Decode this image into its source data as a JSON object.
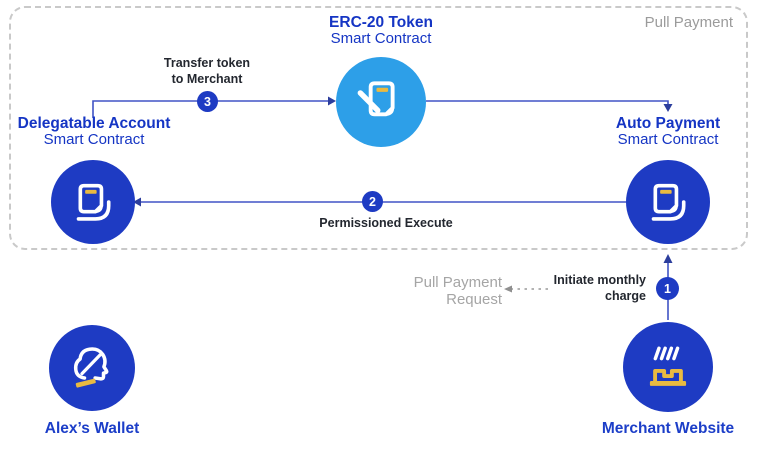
{
  "group": {
    "label": "Pull Payment"
  },
  "nodes": {
    "erc20_token": {
      "title": "ERC-20 Token",
      "subtitle": "Smart Contract"
    },
    "delegatable_account": {
      "title": "Delegatable Account",
      "subtitle": "Smart Contract"
    },
    "auto_payment": {
      "title": "Auto Payment",
      "subtitle": "Smart Contract"
    },
    "alexs_wallet": {
      "label": "Alex’s Wallet"
    },
    "merchant_website": {
      "label": "Merchant Website"
    }
  },
  "steps": {
    "step1": {
      "badge": "1",
      "label_line1": "Initiate monthly",
      "label_line2": "charge"
    },
    "step2": {
      "badge": "2",
      "label": "Permissioned Execute"
    },
    "step3": {
      "badge": "3",
      "label_line1": "Transfer token",
      "label_line2": "to Merchant"
    }
  },
  "annotations": {
    "pull_payment_request": {
      "line1": "Pull Payment",
      "line2": "Request"
    }
  },
  "colors": {
    "primary_blue": "#1e3bc3",
    "light_blue": "#2d9fe8",
    "text_blue": "#1535c4",
    "line_blue": "#4053c5",
    "accent_yellow": "#e9ba41",
    "text_dark": "#23272f",
    "text_gray": "#a5a5a5",
    "border_gray": "#c9c9c9"
  }
}
